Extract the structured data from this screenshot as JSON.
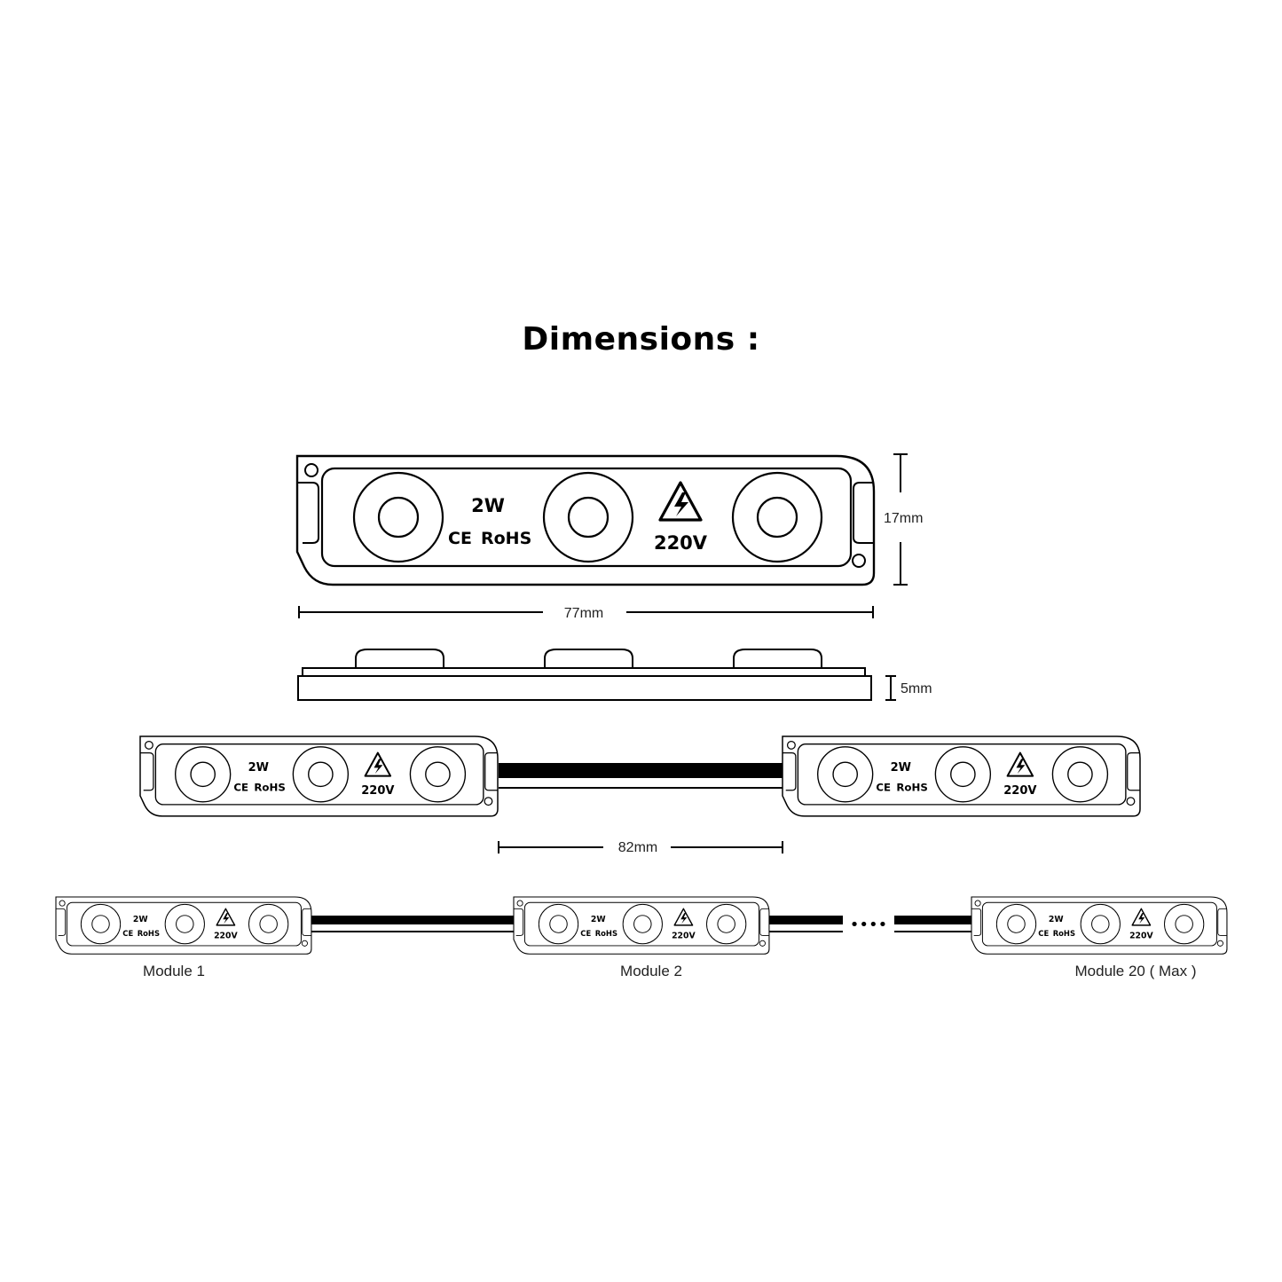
{
  "title": "Dimensions :",
  "module": {
    "power": "2W",
    "certs": "CE  RoHS",
    "ce": "CE",
    "rohs": "RoHS",
    "voltage": "220V",
    "warning_icon": "high-voltage-icon"
  },
  "dimensions": {
    "width": "77mm",
    "height": "17mm",
    "thickness": "5mm",
    "spacing": "82mm"
  },
  "chain": {
    "modules": [
      "Module 1",
      "Module 2",
      "Module 20 ( Max )"
    ],
    "ellipsis": "••••"
  },
  "colors": {
    "outline": "#000000",
    "wire": "#000000",
    "background": "#ffffff"
  }
}
